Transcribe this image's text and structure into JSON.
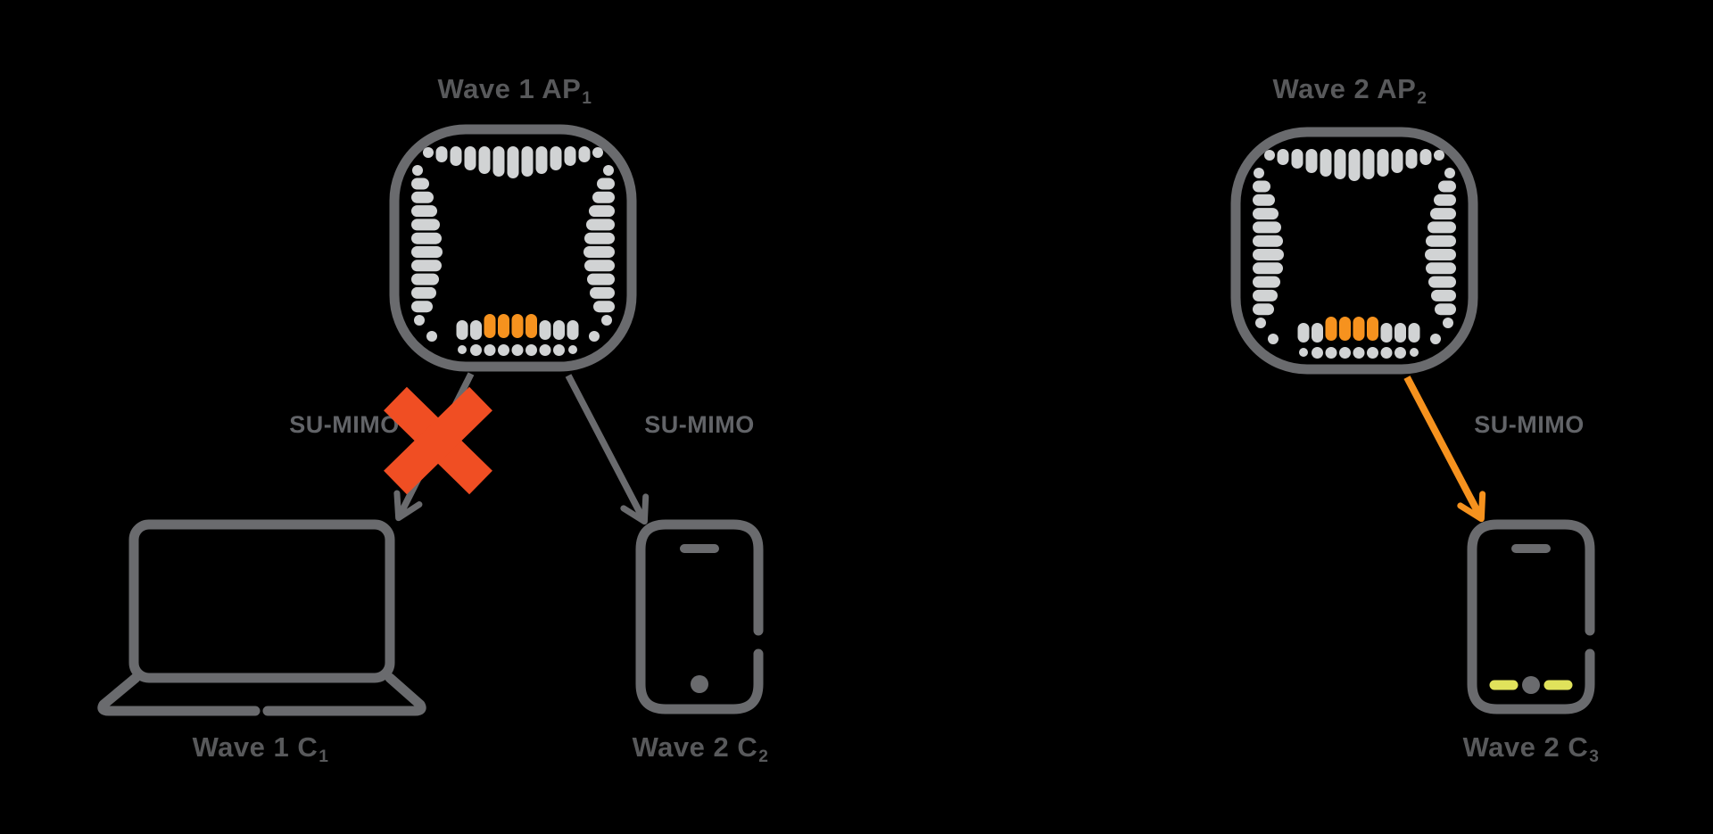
{
  "background": "#000000",
  "colors": {
    "outline_gray": "#6A6B6E",
    "antenna_gray": "#D1D3D4",
    "accent_orange": "#F6921E",
    "cross_red": "#F04E23",
    "indicator_yellow": "#E0E25B",
    "label_text": "#58595B"
  },
  "diagram": {
    "ap1": {
      "label": "Wave 1 AP",
      "label_sub": "1",
      "icon": "access-point-icon"
    },
    "ap2": {
      "label": "Wave 2 AP",
      "label_sub": "2",
      "icon": "access-point-icon"
    },
    "clients": {
      "c1": {
        "label": "Wave 1 C",
        "label_sub": "1",
        "icon": "laptop-icon"
      },
      "c2": {
        "label": "Wave 2 C",
        "label_sub": "2",
        "icon": "smartphone-icon"
      },
      "c3": {
        "label": "Wave 2 C",
        "label_sub": "3",
        "icon": "smartphone-icon"
      }
    },
    "links": [
      {
        "from": "Wave 1 AP1",
        "to": "Wave 1 C1",
        "label": "SU-MIMO",
        "status": "blocked"
      },
      {
        "from": "Wave 1 AP1",
        "to": "Wave 2 C2",
        "label": "SU-MIMO",
        "status": "inactive"
      },
      {
        "from": "Wave 2 AP2",
        "to": "Wave 2 C3",
        "label": "SU-MIMO",
        "status": "active"
      }
    ]
  }
}
